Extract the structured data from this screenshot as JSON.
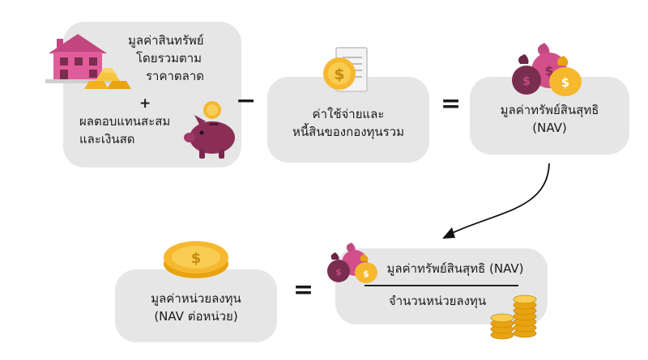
{
  "assets_box": {
    "market_value_line1": "มูลค่าสินทรัพย์",
    "market_value_line2": "โดยรวมตาม",
    "market_value_line3": "ราคาตลาด",
    "plus": "+",
    "returns_line1": "ผลตอบแทนสะสม",
    "returns_line2": "และเงินสด"
  },
  "minus": "−",
  "expenses_box": {
    "line1": "ค่าใช้จ่ายและ",
    "line2": "หนี้สินของกองทุนรวม"
  },
  "equals": "=",
  "nav_box": {
    "line1": "มูลค่าทรัพย์สินสุทธิ",
    "line2": "(NAV)"
  },
  "unit_box": {
    "line1": "มูลค่าหน่วยลงทุน",
    "line2": "(NAV ต่อหน่วย)"
  },
  "equals_2": "=",
  "fraction_box": {
    "numerator": "มูลค่าทรัพย์สินสุทธิ (NAV)",
    "denominator": "จำนวนหน่วยลงทุน"
  },
  "colors": {
    "box_bg": "#e6e6e6",
    "gold": "#f5b82e",
    "pink": "#e0559a",
    "maroon": "#7a2e4f"
  }
}
